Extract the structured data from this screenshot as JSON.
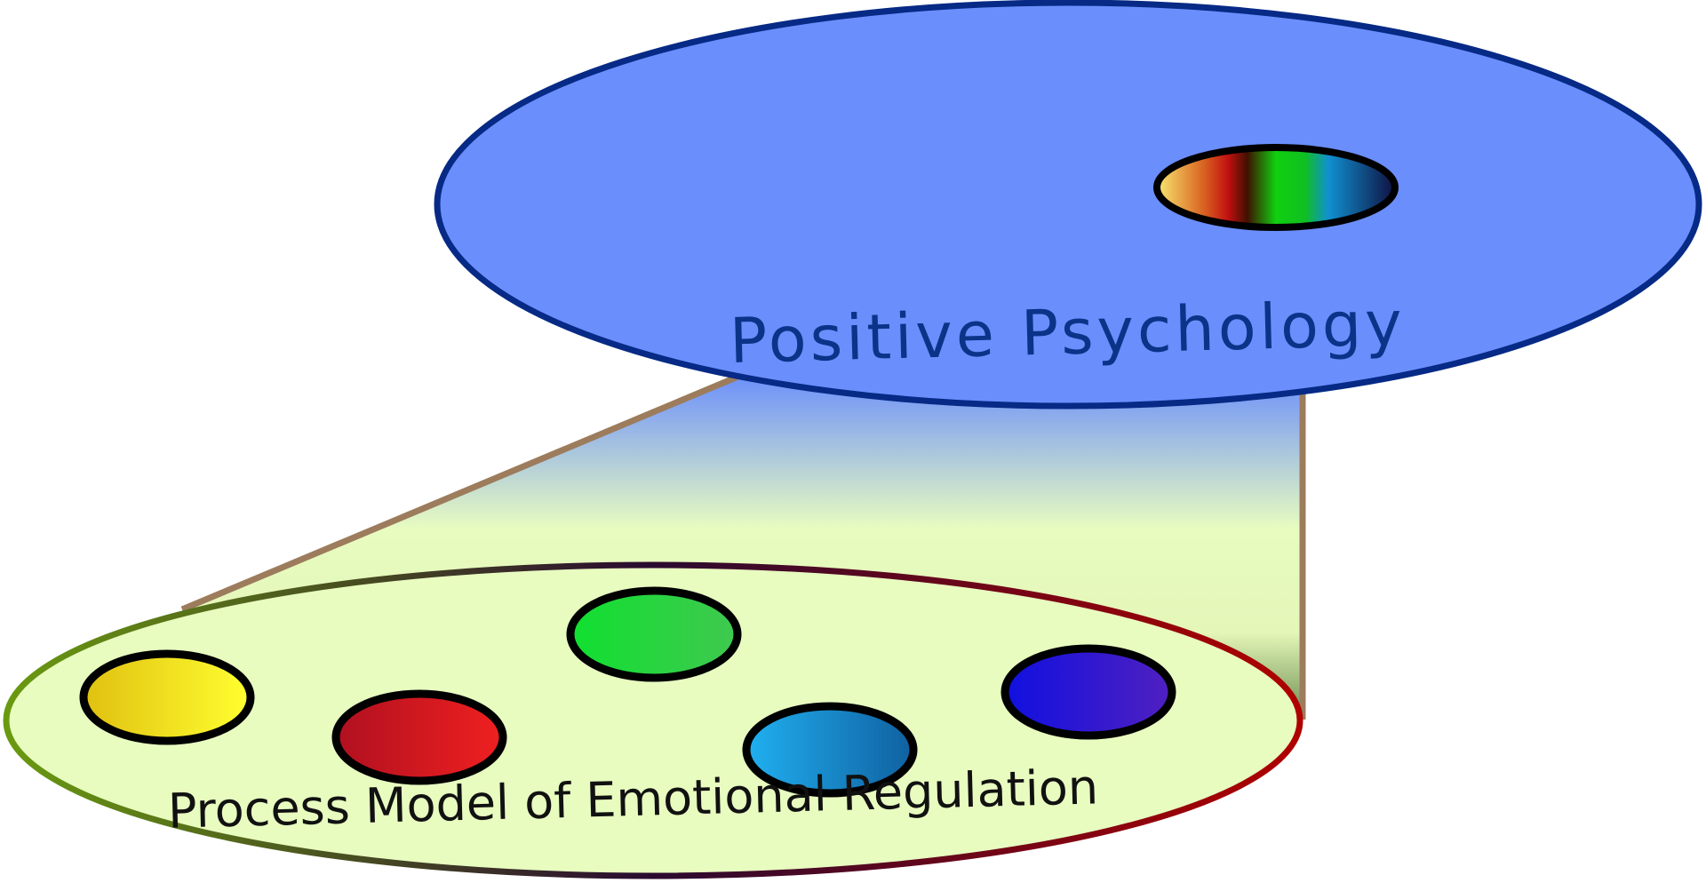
{
  "diagram": {
    "top_label": "Positive Psychology",
    "bottom_label": "Process Model of Emotional Regulation"
  },
  "colors": {
    "top_fill": "#6a8efc",
    "top_stroke": "#062a85",
    "bottom_fill": "#e8fcc0",
    "connector": "#9c7c5c",
    "bottom_stroke_left": "#6a9a10",
    "bottom_stroke_mid": "#2a0a30",
    "bottom_stroke_right": "#b00000",
    "spectrum": [
      "#f8e870",
      "#c01010",
      "#10d010",
      "#1090d0",
      "#101040"
    ],
    "nodes": [
      {
        "name": "yellow",
        "from": "#e0c010",
        "to": "#ffff30"
      },
      {
        "name": "red",
        "from": "#b01020",
        "to": "#f02020"
      },
      {
        "name": "green",
        "from": "#10e030",
        "to": "#40c850"
      },
      {
        "name": "light-blue",
        "from": "#20b0f0",
        "to": "#1060a0"
      },
      {
        "name": "blue",
        "from": "#1010e0",
        "to": "#5020c0"
      }
    ]
  }
}
